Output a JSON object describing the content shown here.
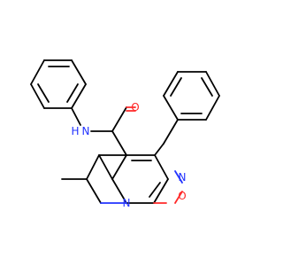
{
  "atoms": {
    "amide_n": {
      "label": "N",
      "h_label": "H",
      "color": "#2233ff"
    },
    "carbonyl_o": {
      "label": "O",
      "color": "#ff2a2a"
    },
    "ring_o": {
      "label": "O",
      "color": "#ff2a2a"
    },
    "ring_n_isoxazole": {
      "label": "N",
      "color": "#2233ff"
    },
    "ring_n_pyridine": {
      "label": "N",
      "color": "#2233ff"
    }
  }
}
